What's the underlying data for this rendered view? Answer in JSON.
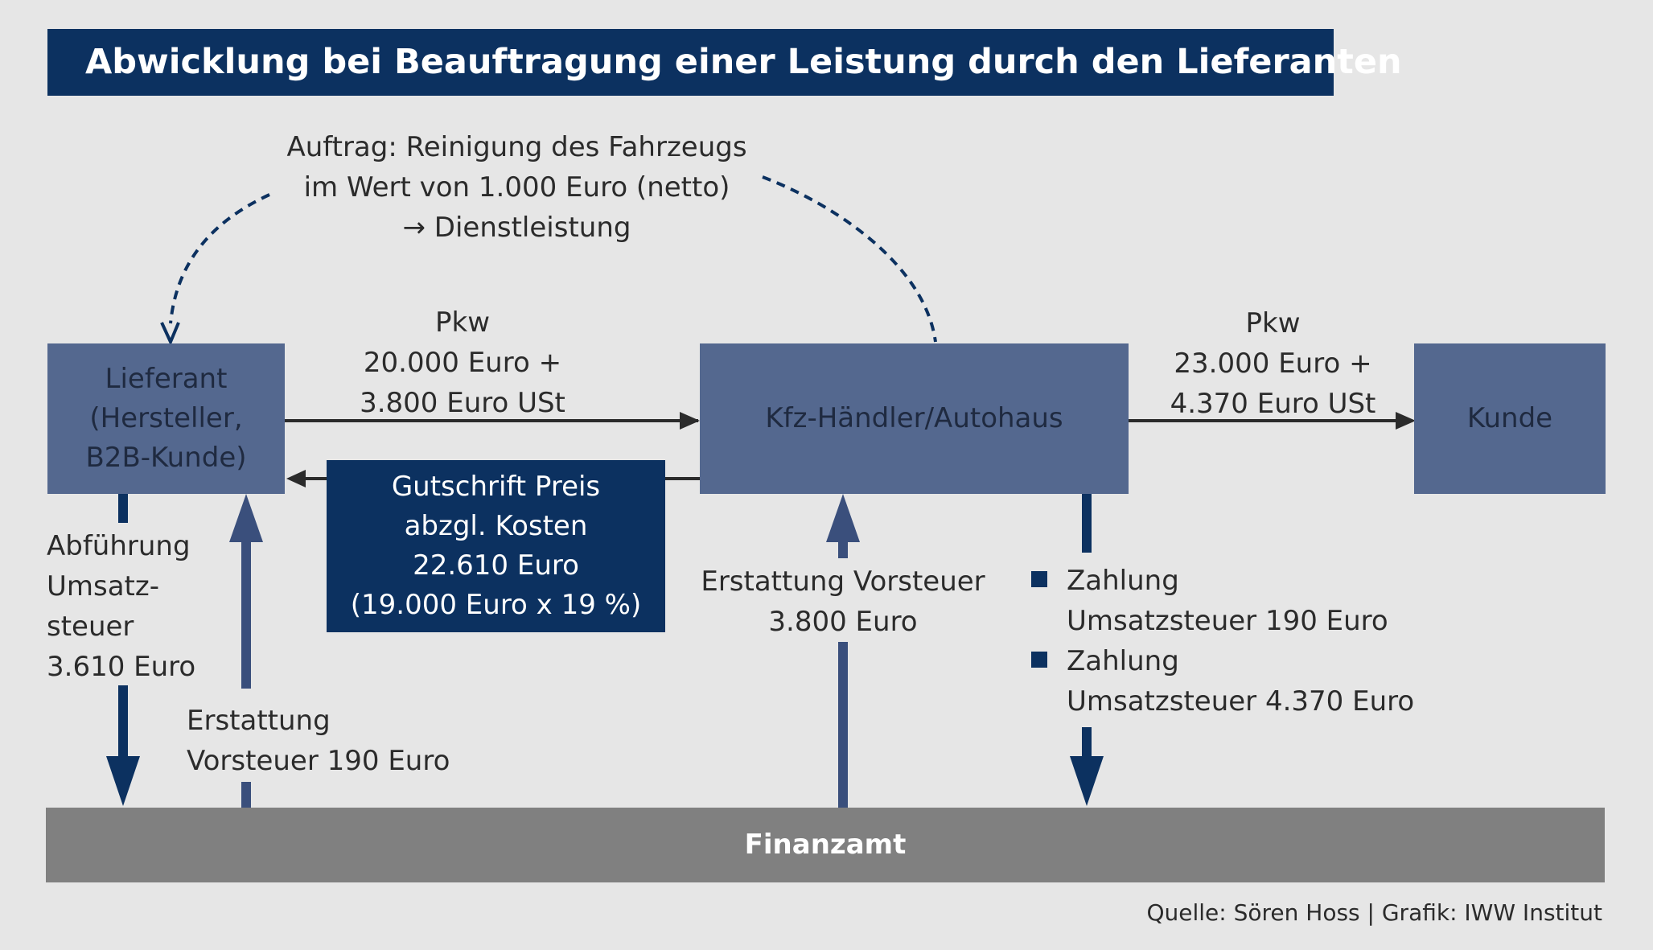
{
  "title": "Abwicklung bei Beauftragung einer Leistung durch den Lieferanten",
  "order_annotation": {
    "line1": "Auftrag: Reinigung des Fahrzeugs",
    "line2": "im Wert von 1.000 Euro (netto)",
    "line3": "→ Dienstleistung"
  },
  "nodes": {
    "supplier": {
      "line1": "Lieferant",
      "line2": "(Hersteller,",
      "line3": "B2B-Kunde)"
    },
    "dealer": {
      "label": "Kfz-Händler/Autohaus"
    },
    "customer": {
      "label": "Kunde"
    },
    "tax_office": {
      "label": "Finanzamt"
    }
  },
  "flows": {
    "supplier_to_dealer": {
      "line1": "Pkw",
      "line2": "20.000 Euro +",
      "line3": "3.800 Euro USt"
    },
    "dealer_to_customer": {
      "line1": "Pkw",
      "line2": "23.000 Euro +",
      "line3": "4.370 Euro USt"
    },
    "credit_note": {
      "line1": "Gutschrift Preis",
      "line2": "abzgl. Kosten",
      "line3": "22.610 Euro",
      "line4": "(19.000 Euro x 19 %)"
    },
    "supplier_vat_payment": {
      "line1": "Abführung",
      "line2": "Umsatz-",
      "line3": "steuer",
      "line4": "3.610 Euro"
    },
    "supplier_refund": {
      "line1": "Erstattung",
      "line2": "Vorsteuer 190 Euro"
    },
    "dealer_refund": {
      "line1": "Erstattung Vorsteuer",
      "line2": "3.800 Euro"
    },
    "dealer_payments": [
      {
        "line1": "Zahlung",
        "line2": "Umsatzsteuer 190 Euro"
      },
      {
        "line1": "Zahlung",
        "line2": "Umsatzsteuer 4.370 Euro"
      }
    ]
  },
  "source": "Quelle: Sören Hoss | Grafik: IWW Institut",
  "colors": {
    "background": "#e6e6e6",
    "dark_blue": "#0c3160",
    "medium_blue": "#54688f",
    "arrow_blue": "#3a4f7c",
    "gray_bar": "#808080",
    "text": "#2b2b2b"
  }
}
